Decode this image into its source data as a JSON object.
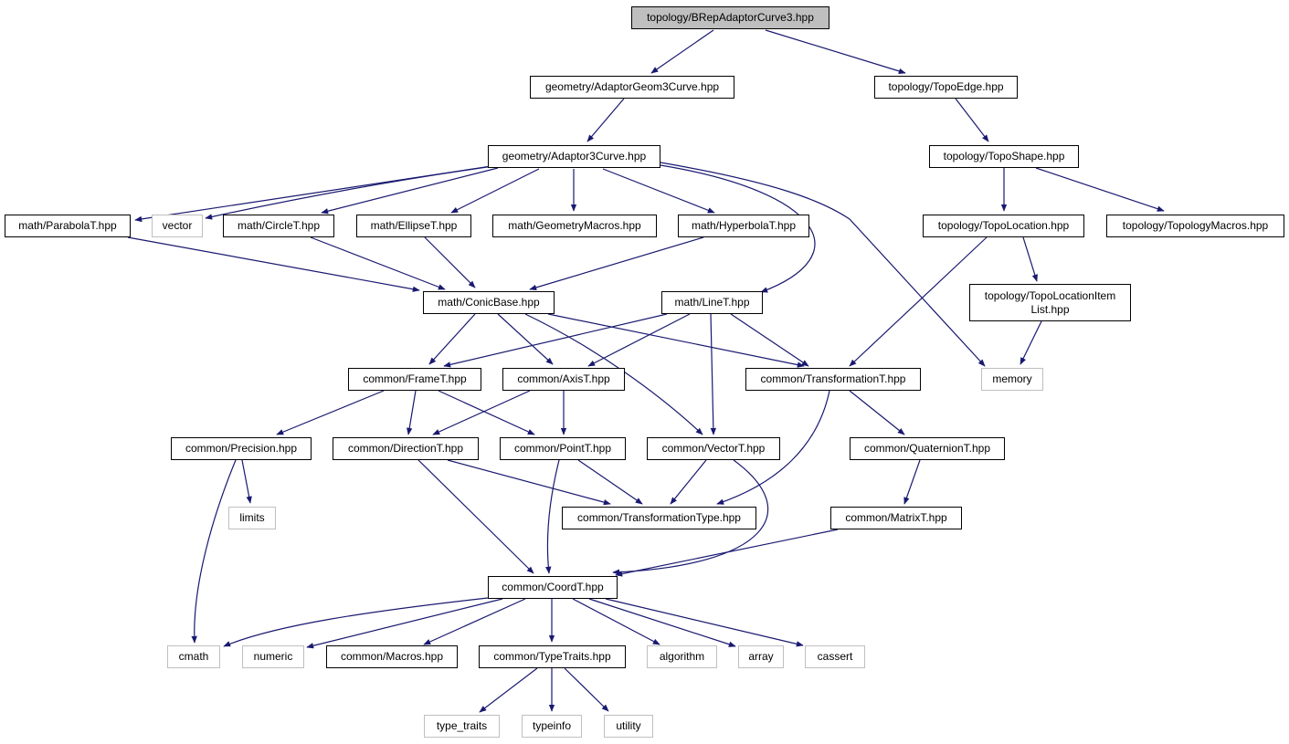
{
  "colors": {
    "edge": "#191970",
    "node_border": "#000000",
    "system_border": "#bfbfbf",
    "root_fill": "#bfbfbf"
  },
  "nodes": {
    "root": "topology/BRepAdaptorCurve3.hpp",
    "adaptor_geom3": "geometry/AdaptorGeom3Curve.hpp",
    "topo_edge": "topology/TopoEdge.hpp",
    "adaptor3": "geometry/Adaptor3Curve.hpp",
    "topo_shape": "topology/TopoShape.hpp",
    "parabola": "math/ParabolaT.hpp",
    "vector": "vector",
    "circle": "math/CircleT.hpp",
    "ellipse": "math/EllipseT.hpp",
    "geom_macros": "math/GeometryMacros.hpp",
    "hyperbola": "math/HyperbolaT.hpp",
    "topo_location": "topology/TopoLocation.hpp",
    "topology_macros": "topology/TopologyMacros.hpp",
    "conic_base": "math/ConicBase.hpp",
    "line": "math/LineT.hpp",
    "topo_location_item_list": "topology/TopoLocationItem\nList.hpp",
    "frame": "common/FrameT.hpp",
    "axis": "common/AxisT.hpp",
    "transformation": "common/TransformationT.hpp",
    "memory": "memory",
    "precision": "common/Precision.hpp",
    "direction": "common/DirectionT.hpp",
    "point": "common/PointT.hpp",
    "vector_t": "common/VectorT.hpp",
    "quaternion": "common/QuaternionT.hpp",
    "limits": "limits",
    "transformation_type": "common/TransformationType.hpp",
    "matrix": "common/MatrixT.hpp",
    "coord": "common/CoordT.hpp",
    "cmath": "cmath",
    "numeric": "numeric",
    "macros": "common/Macros.hpp",
    "type_traits_h": "common/TypeTraits.hpp",
    "algorithm": "algorithm",
    "array": "array",
    "cassert": "cassert",
    "type_traits": "type_traits",
    "typeinfo": "typeinfo",
    "utility": "utility"
  }
}
